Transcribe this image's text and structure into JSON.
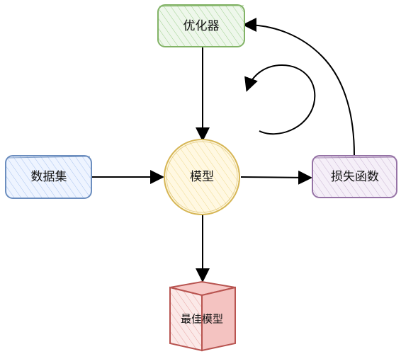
{
  "diagram": {
    "nodes": {
      "optimizer": {
        "label": "优化器",
        "fill": "#d5e8d4",
        "stroke": "#82b366"
      },
      "dataset": {
        "label": "数据集",
        "fill": "#dae8fc",
        "stroke": "#6c8ebf"
      },
      "model": {
        "label": "模型",
        "fill": "#fff2cc",
        "stroke": "#d6b656"
      },
      "loss": {
        "label": "损失函数",
        "fill": "#e1d5e7",
        "stroke": "#9673a6"
      },
      "best_model": {
        "label": "最佳模型",
        "fill": "#f8cecc",
        "stroke": "#b85450"
      }
    },
    "edges": [
      {
        "from": "optimizer",
        "to": "model"
      },
      {
        "from": "dataset",
        "to": "model"
      },
      {
        "from": "model",
        "to": "loss"
      },
      {
        "from": "loss",
        "to": "optimizer"
      },
      {
        "from": "model",
        "to": "best_model"
      }
    ]
  }
}
